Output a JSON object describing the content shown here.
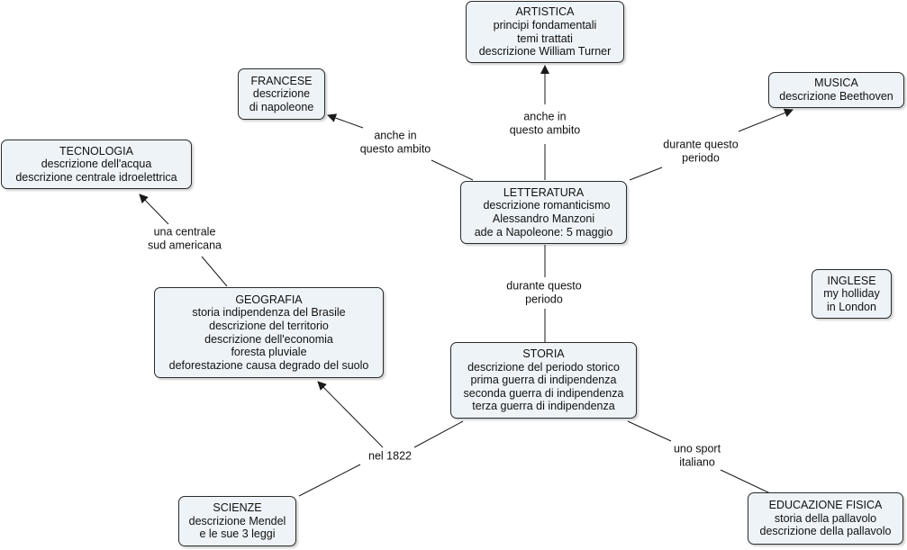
{
  "nodes": {
    "artistica": "ARTISTICA\nprincipi fondamentali\ntemi trattati\ndescrizione William Turner",
    "francese": "FRANCESE\ndescrizione\ndi napoleone",
    "musica": "MUSICA\ndescrizione Beethoven",
    "tecnologia": "TECNOLOGIA\ndescrizione dell'acqua\ndescrizione centrale idroelettrica",
    "letteratura": "LETTERATURA\n  descrizione romanticismo\nAlessandro Manzoni\nade a Napoleone: 5 maggio",
    "inglese": "INGLESE\nmy holliday\nin London",
    "geografia": "GEOGRAFIA\nstoria indipendenza del Brasile\ndescrizione del territorio\ndescrizione dell'economia\nforesta pluviale\ndeforestazione causa degrado del suolo",
    "storia": "STORIA\ndescrizione del periodo storico\nprima guerra di indipendenza\nseconda guerra di indipendenza\nterza guerra di indipendenza",
    "scienze": "SCIENZE\ndescrizione Mendel\ne le sue 3 leggi",
    "educazione_fisica": "EDUCAZIONE FISICA\nstoria della pallavolo\ndescrizione della pallavolo"
  },
  "links": {
    "letteratura_francese": "anche in\nquesto ambito",
    "letteratura_artistica": "anche in\nquesto ambito",
    "letteratura_musica": "durante questo\nperiodo",
    "geografia_tecnologia": "una centrale\nsud americana",
    "letteratura_storia": "durante questo\nperiodo",
    "storia_geografia": "nel 1822",
    "storia_educazione": "uno sport\nitaliano"
  },
  "colors": {
    "node_fill": "#edf3f7",
    "node_border": "#2a2a2a",
    "line": "#1a1a1a"
  }
}
